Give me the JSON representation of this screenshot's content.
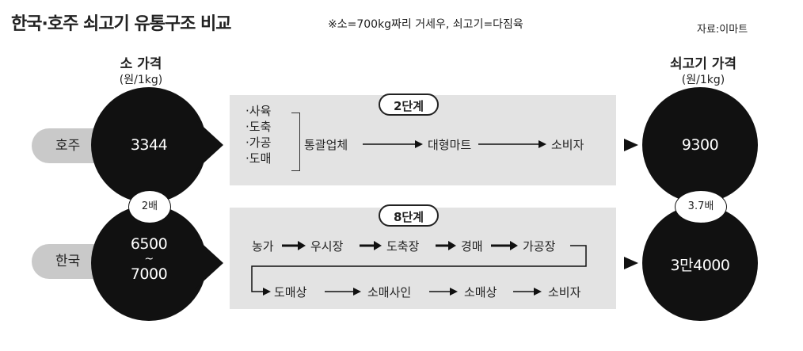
{
  "header": {
    "title": "한국·호주 쇠고기 유통구조 비교",
    "subtitle": "※소=700kg짜리 거세우, 쇠고기=다짐육",
    "source": "자료:이마트"
  },
  "left_column": {
    "heading": "소 가격",
    "unit": "(원/1kg)"
  },
  "right_column": {
    "heading": "쇠고기 가격",
    "unit": "(원/1kg)"
  },
  "australia": {
    "label": "호주",
    "cow_price": "3344",
    "beef_price": "9300",
    "stage_label": "2단계",
    "sub_items": [
      "·사육",
      "·도축",
      "·가공",
      "·도매"
    ],
    "chain": [
      "통괄업체",
      "대형마트",
      "소비자"
    ]
  },
  "korea": {
    "label": "한국",
    "cow_price_low": "6500",
    "cow_price_sep": "~",
    "cow_price_high": "7000",
    "beef_price": "3만4000",
    "stage_label": "8단계",
    "chain_row1": [
      "농가",
      "우시장",
      "도축장",
      "경매",
      "가공장"
    ],
    "chain_row2": [
      "도매상",
      "소매사인",
      "소매상",
      "소비자"
    ]
  },
  "ratios": {
    "cow": "2배",
    "beef": "3.7배"
  }
}
